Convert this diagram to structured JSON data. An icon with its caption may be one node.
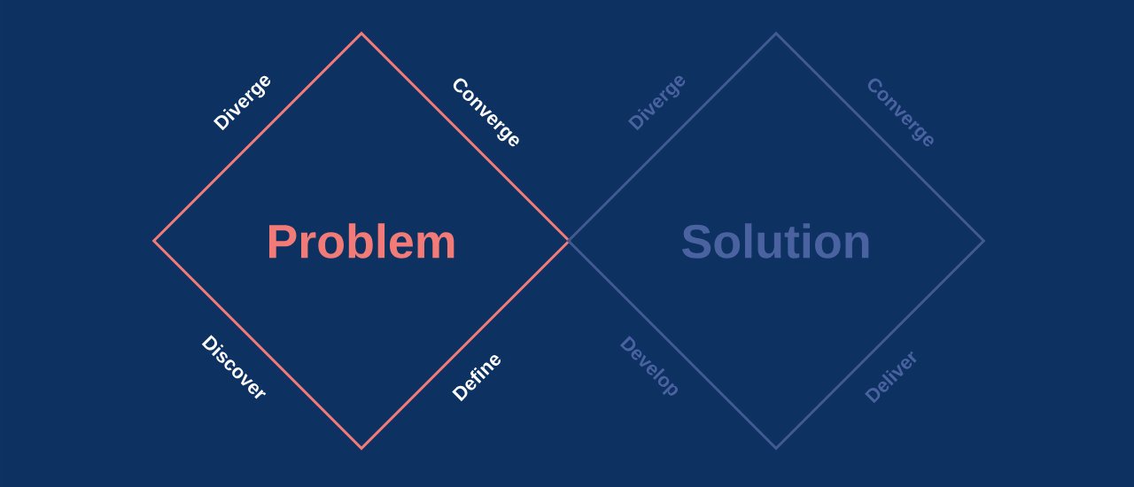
{
  "diagram": {
    "nodes": [
      {
        "text": [
          "Problem"
        ],
        "beside": [
          "Diverge",
          "Converge",
          "Discover",
          "Define"
        ]
      },
      {
        "text": [
          "Solution"
        ],
        "beside": [
          "Diverge",
          "Converge",
          "Develop",
          "Deliver"
        ]
      }
    ]
  }
}
